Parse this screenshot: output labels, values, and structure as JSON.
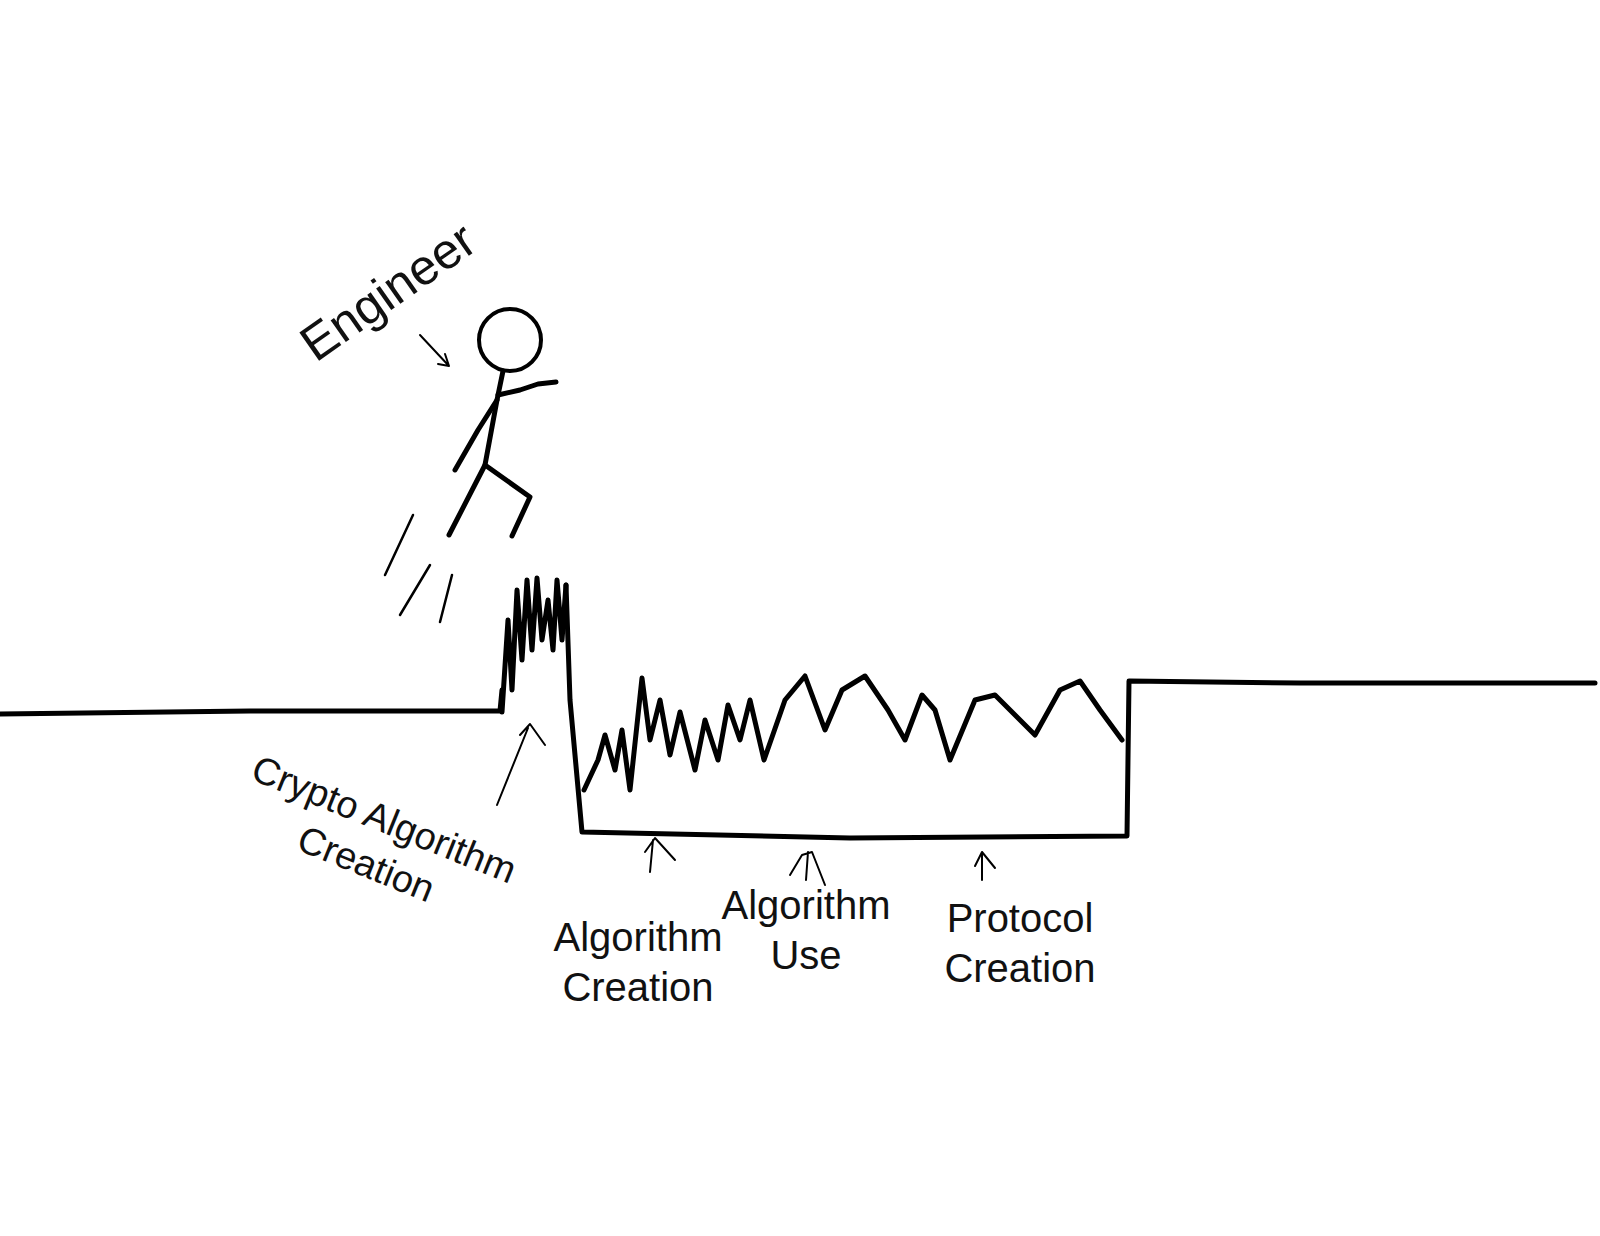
{
  "diagram": {
    "labels": [
      "Engineer",
      "Crypto Algorithm Creation",
      "Algorithm Creation",
      "Algorithm Use",
      "Protocol Creation"
    ]
  }
}
